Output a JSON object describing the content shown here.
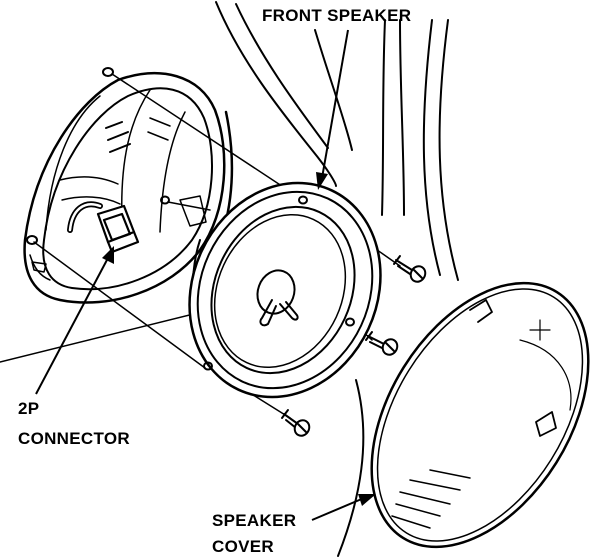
{
  "labels": {
    "front_speaker": "FRONT SPEAKER",
    "connector_line1": "2P",
    "connector_line2": "CONNECTOR",
    "cover_line1": "SPEAKER",
    "cover_line2": "COVER"
  }
}
